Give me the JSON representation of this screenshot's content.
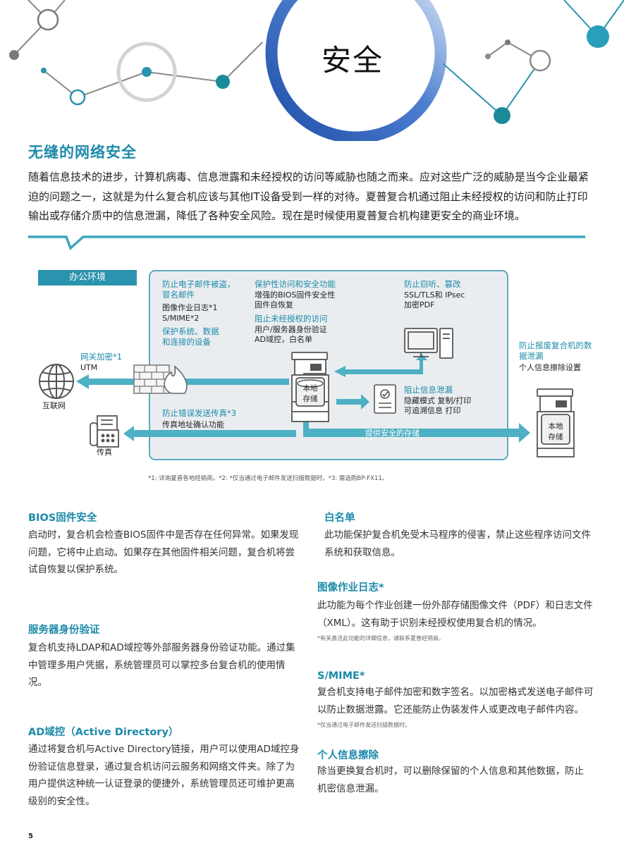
{
  "header": {
    "title": "安全"
  },
  "intro": {
    "heading": "无缝的网络安全",
    "body": "随着信息技术的进步，计算机病毒、信息泄露和未经授权的访问等威胁也随之而来。应对这些广泛的威胁是当今企业最紧迫的问题之一，这就是为什么复合机应该与其他IT设备受到一样的对待。夏普复合机通过阻止未经授权的访问和防止打印输出或存储介质中的信息泄漏，降低了各种安全风险。现在是时候使用夏普复合机构建更安全的商业环境。"
  },
  "diagram": {
    "office_label": "办公环境",
    "internet_label": "互联网",
    "fax_label": "传真",
    "gateway": {
      "title": "网关加密*1",
      "sub": "UTM"
    },
    "email": {
      "title": "防止电子邮件被盗，冒名邮件",
      "line1": "图像作业日志*1",
      "line2": "S/MIME*2"
    },
    "protect_devices": {
      "title": "保护系统、数据和连接的设备"
    },
    "bios": {
      "title": "保护性访问和安全功能",
      "line1": "增强的BIOS固件安全性",
      "line2": "固件自恢复"
    },
    "unauth": {
      "title": "阻止未经授权的访问",
      "line1": "用户/服务器身份验证",
      "line2": "AD域控，白名单"
    },
    "eavesdrop": {
      "title": "防止窃听、篡改",
      "line1": "SSL/TLS和 IPsec",
      "line2": "加密PDF"
    },
    "leak": {
      "title": "阻止信息泄漏",
      "line1": "隐藏模式 复制/打印",
      "line2": "可追溯信息 打印"
    },
    "fax_misroute": {
      "title": "防止错误发送传真*3",
      "line1": "传真地址确认功能"
    },
    "storage_label": "提供安全的存储",
    "local_storage": "本地存储",
    "disposal": {
      "title": "防止报废复合机的数据泄漏",
      "line1": "个人信息擦除设置"
    },
    "footnote": "*1: 详询夏普各地经销商。*2: *仅当通过电子邮件发送扫描数据时。*3: 需选购BP-FX11。"
  },
  "sections": {
    "bios": {
      "title": "BIOS固件安全",
      "body": "启动时，复合机会检查BIOS固件中是否存在任何异常。如果发现问题，它将中止启动。如果存在其他固件相关问题，复合机将尝试自恢复以保护系统。"
    },
    "auth": {
      "title": "服务器身份验证",
      "body": "复合机支持LDAP和AD域控等外部服务器身份验证功能。通过集中管理多用户凭据，系统管理员可以掌控多台复合机的使用情况。"
    },
    "ad": {
      "title": "AD域控（Active Directory）",
      "body": "通过将复合机与Active Directory链接，用户可以使用AD域控身份验证信息登录，通过复合机访问云服务和网络文件夹。除了为用户提供这种统一认证登录的便捷外，系统管理员还可维护更高级别的安全性。"
    },
    "whitelist": {
      "title": "白名单",
      "body": "此功能保护复合机免受木马程序的侵害，禁止这些程序访问文件系统和获取信息。"
    },
    "joblog": {
      "title": "图像作业日志*",
      "body": "此功能为每个作业创建一份外部存储图像文件（PDF）和日志文件（XML）。这有助于识别未经授权使用复合机的情况。",
      "note": "*有关激活此功能的详细信息，请联系夏普经销商。"
    },
    "smime": {
      "title": "S/MIME*",
      "body": "复合机支持电子邮件加密和数字签名。以加密格式发送电子邮件可以防止数据泄露。它还能防止伪装发件人或更改电子邮件内容。",
      "note": "*仅当通过电子邮件发送扫描数据时。"
    },
    "erase": {
      "title": "个人信息擦除",
      "body": "除当更换复合机时，可以删除保留的个人信息和其他数据，防止机密信息泄漏。"
    }
  },
  "page_number": "5",
  "colors": {
    "accent": "#1d8aaa",
    "arrow": "#4eb0c4",
    "panel": "#eaedf0",
    "dark_teal": "#16808f"
  }
}
